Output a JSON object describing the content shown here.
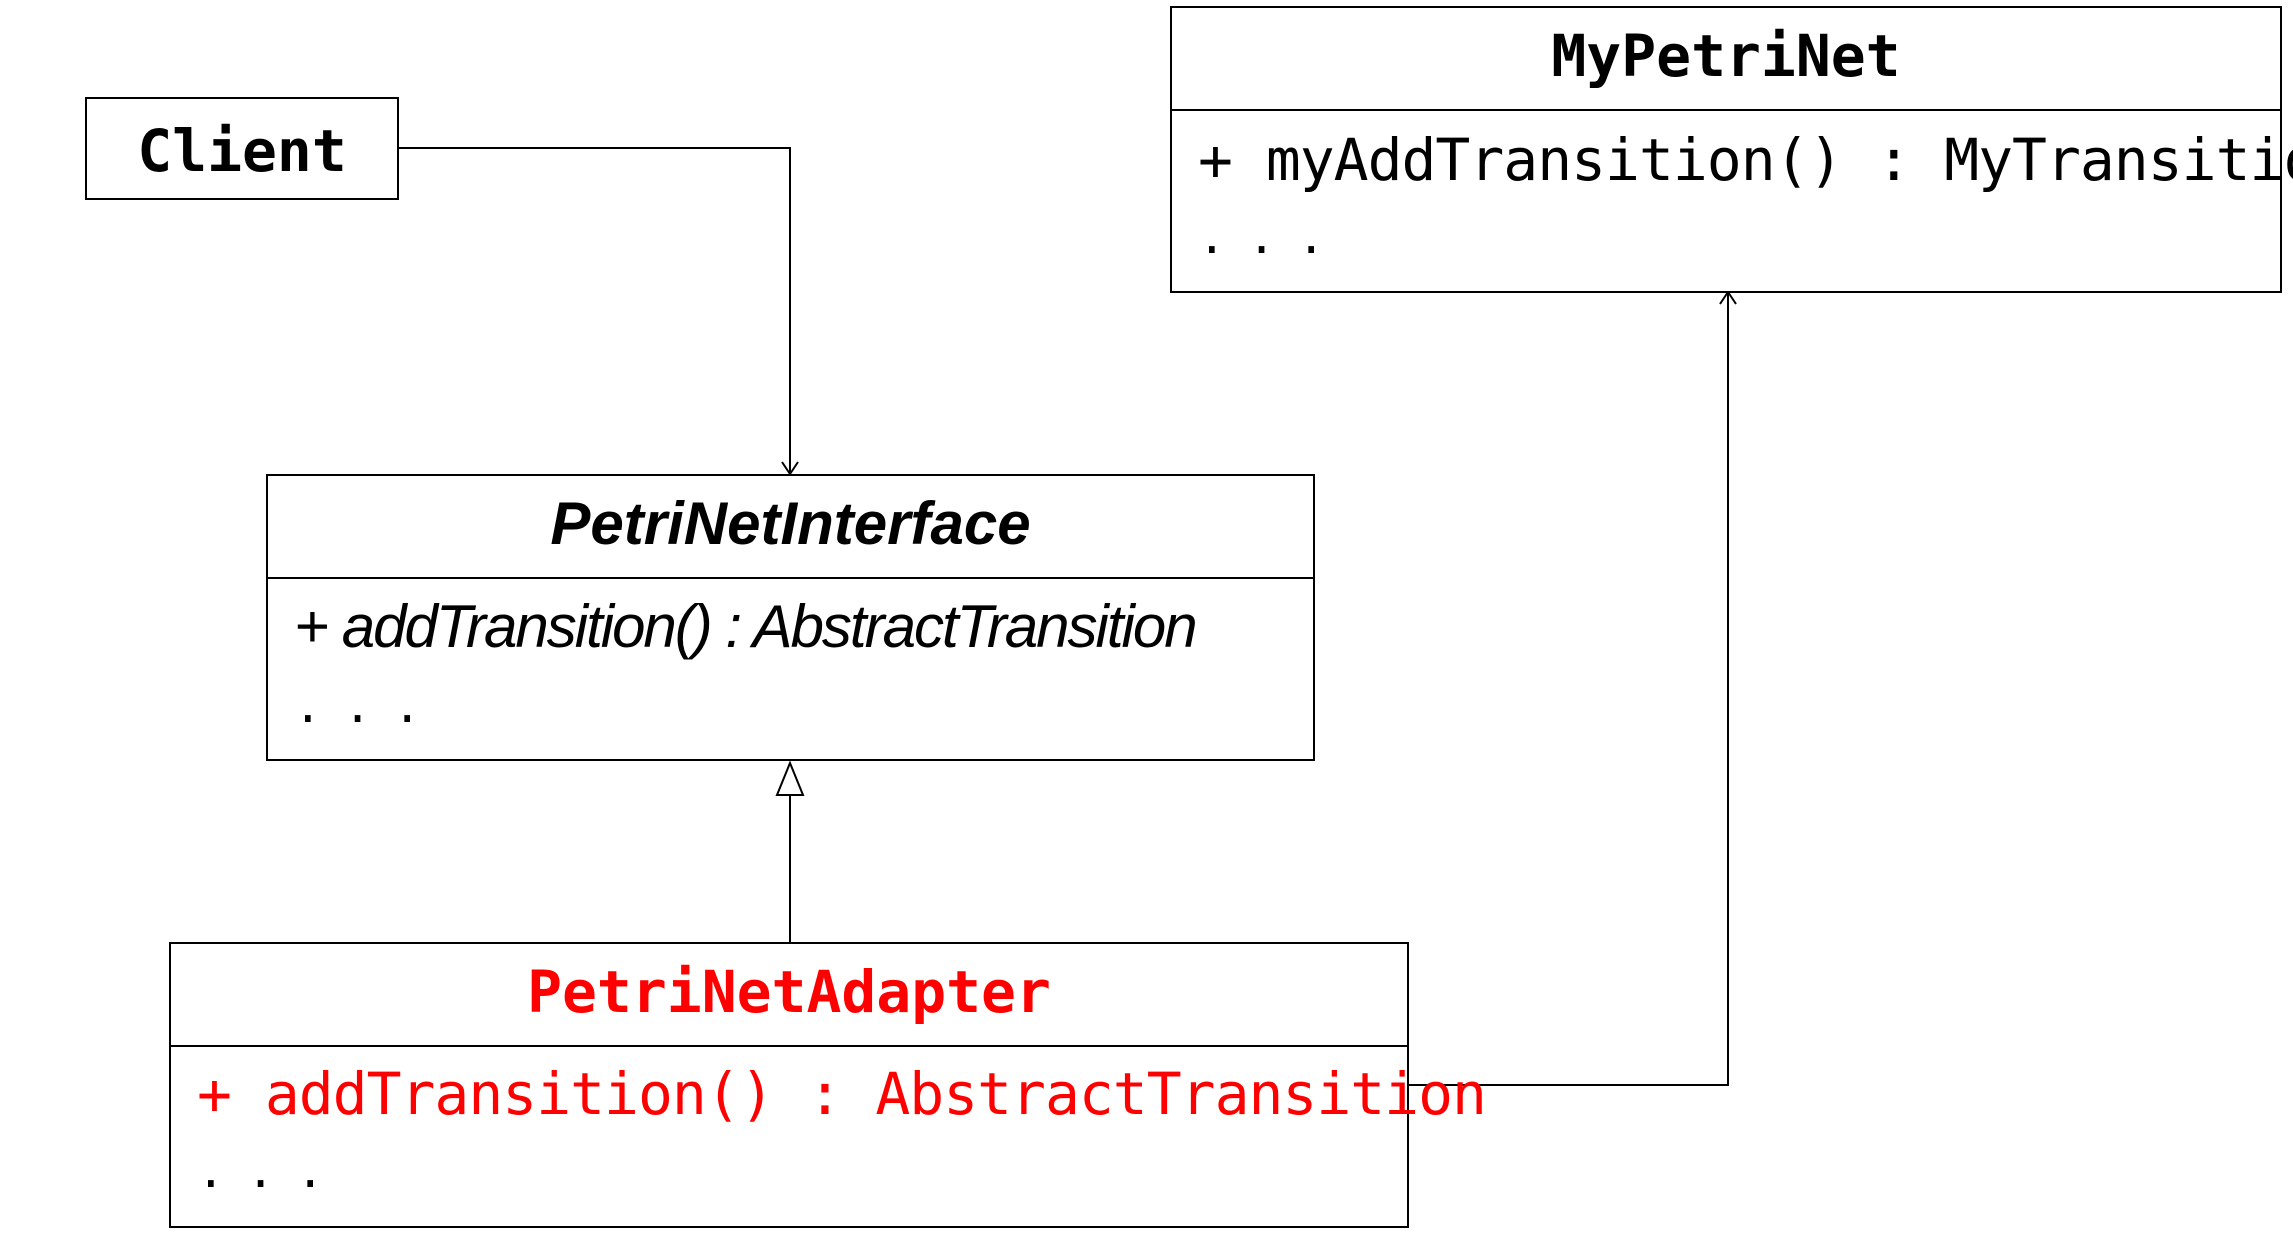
{
  "colors": {
    "line": "#000000",
    "adapter": "#ff0000"
  },
  "client": {
    "name": "Client"
  },
  "my_petri_net": {
    "name": "MyPetriNet",
    "operation": "+ myAddTransition() : MyTransition",
    "ellipsis": "..."
  },
  "petri_net_interface": {
    "name": "PetriNetInterface",
    "operation": "+ addTransition() : AbstractTransition",
    "ellipsis": "..."
  },
  "petri_net_adapter": {
    "name": "PetriNetAdapter",
    "operation": "+ addTransition() : AbstractTransition",
    "ellipsis": "..."
  }
}
